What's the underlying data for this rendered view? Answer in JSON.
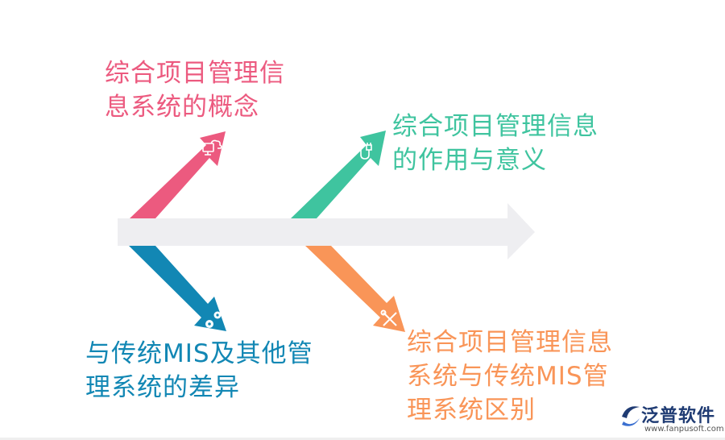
{
  "colors": {
    "pink": "#ec5a7f",
    "teal": "#3fc49f",
    "blue": "#1287b4",
    "orange": "#f99558",
    "spine": "#eeeef1",
    "logo_blue": "#1f3b73"
  },
  "labels": {
    "top_left": {
      "line1": "综合项目管理信",
      "line2": "息系统的概念",
      "icon": "cloud-monitor-icon"
    },
    "top_right": {
      "line1": "综合项目管理信息",
      "line2": "的作用与意义",
      "icon": "usb-plug-icon"
    },
    "bottom_left": {
      "line1": "与传统MIS及其他管",
      "line2": "理系统的差异",
      "icon": "gears-icon"
    },
    "bottom_right": {
      "line1": "综合项目管理信息",
      "line2": "系统与传统MIS管",
      "line3": "理系统区别",
      "icon": "tools-icon"
    }
  },
  "logo": {
    "text": "泛普软件",
    "url": "www.fanpusoft.com"
  }
}
